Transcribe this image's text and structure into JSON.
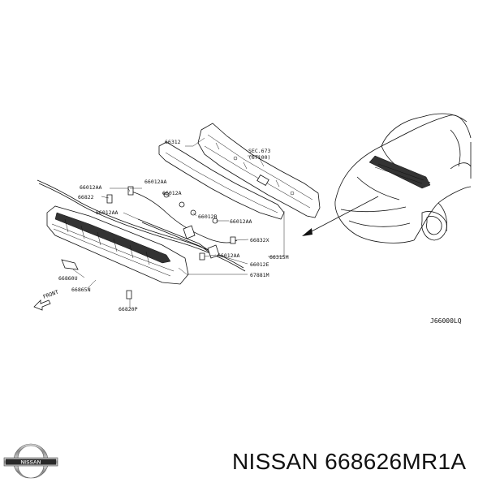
{
  "diagram": {
    "labels": [
      {
        "id": "l1",
        "text": "66312"
      },
      {
        "id": "l2",
        "text": "SEC.673"
      },
      {
        "id": "l3",
        "text": "(67100)"
      },
      {
        "id": "l4",
        "text": "66012AA"
      },
      {
        "id": "l5",
        "text": "66012AA"
      },
      {
        "id": "l6",
        "text": "66822"
      },
      {
        "id": "l7",
        "text": "66012A"
      },
      {
        "id": "l8",
        "text": "66012AA"
      },
      {
        "id": "l9",
        "text": "66012B"
      },
      {
        "id": "l10",
        "text": "66012AA"
      },
      {
        "id": "l11",
        "text": "66832X"
      },
      {
        "id": "l12",
        "text": "66315M"
      },
      {
        "id": "l13",
        "text": "66012AA"
      },
      {
        "id": "l14",
        "text": "66012E"
      },
      {
        "id": "l15",
        "text": "67881M"
      },
      {
        "id": "l16",
        "text": "66860U"
      },
      {
        "id": "l17",
        "text": "66865N"
      },
      {
        "id": "l18",
        "text": "66820P"
      },
      {
        "id": "l19",
        "text": "FRONT"
      }
    ],
    "figure_code": "J66000LQ"
  },
  "brand": {
    "logo_text": "NISSAN"
  },
  "part_number": "NISSAN 668626MR1A"
}
